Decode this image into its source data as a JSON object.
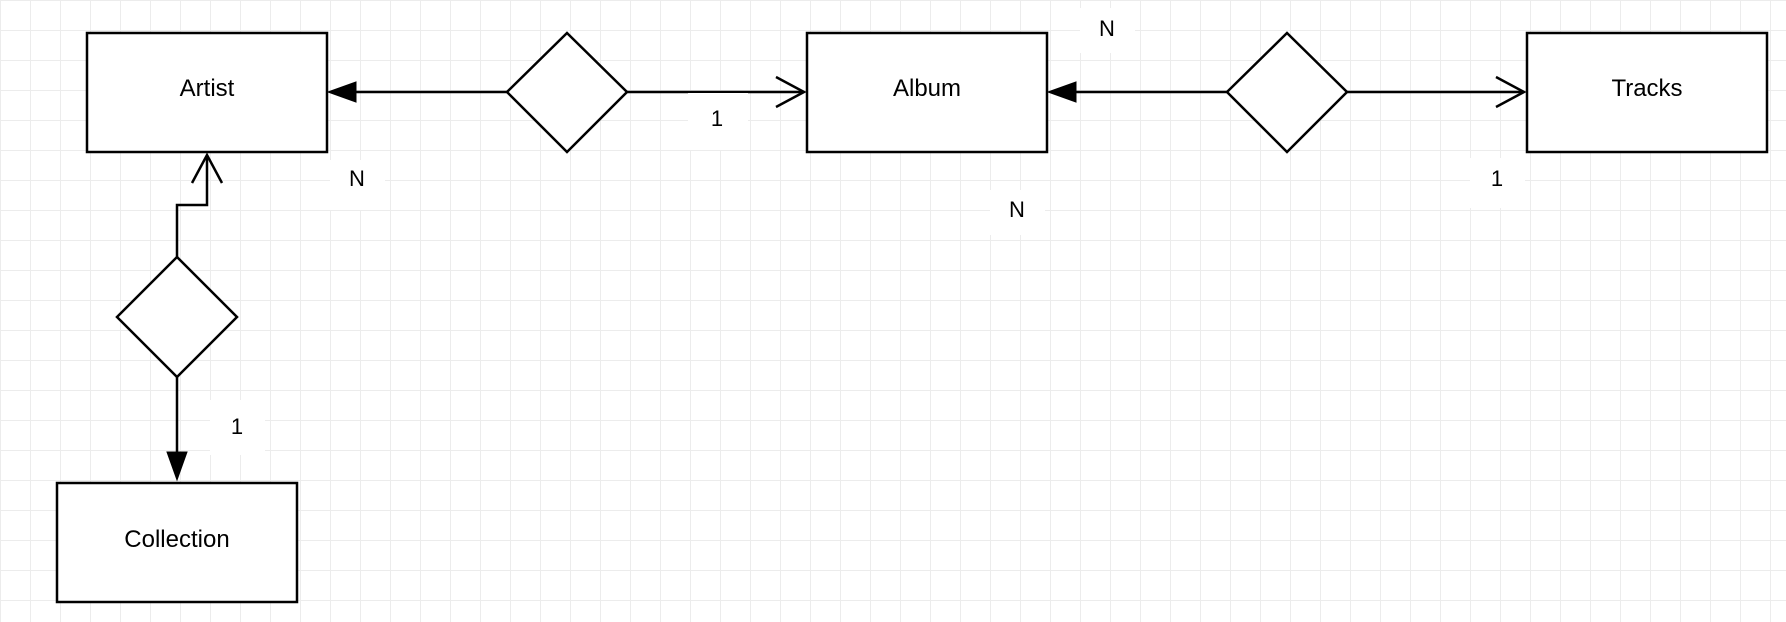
{
  "diagram": {
    "entities": {
      "artist": "Artist",
      "album": "Album",
      "tracks": "Tracks",
      "collection": "Collection"
    },
    "cardinalities": {
      "artist_album_artist_side": "N",
      "artist_album_album_side": "1",
      "album_tracks_album_side_top": "N",
      "album_tracks_album_side_bottom": "N",
      "album_tracks_tracks_side": "1",
      "artist_collection_collection_side": "1"
    },
    "colors": {
      "stroke": "#000000",
      "background": "#ffffff",
      "grid": "#ececec"
    }
  }
}
